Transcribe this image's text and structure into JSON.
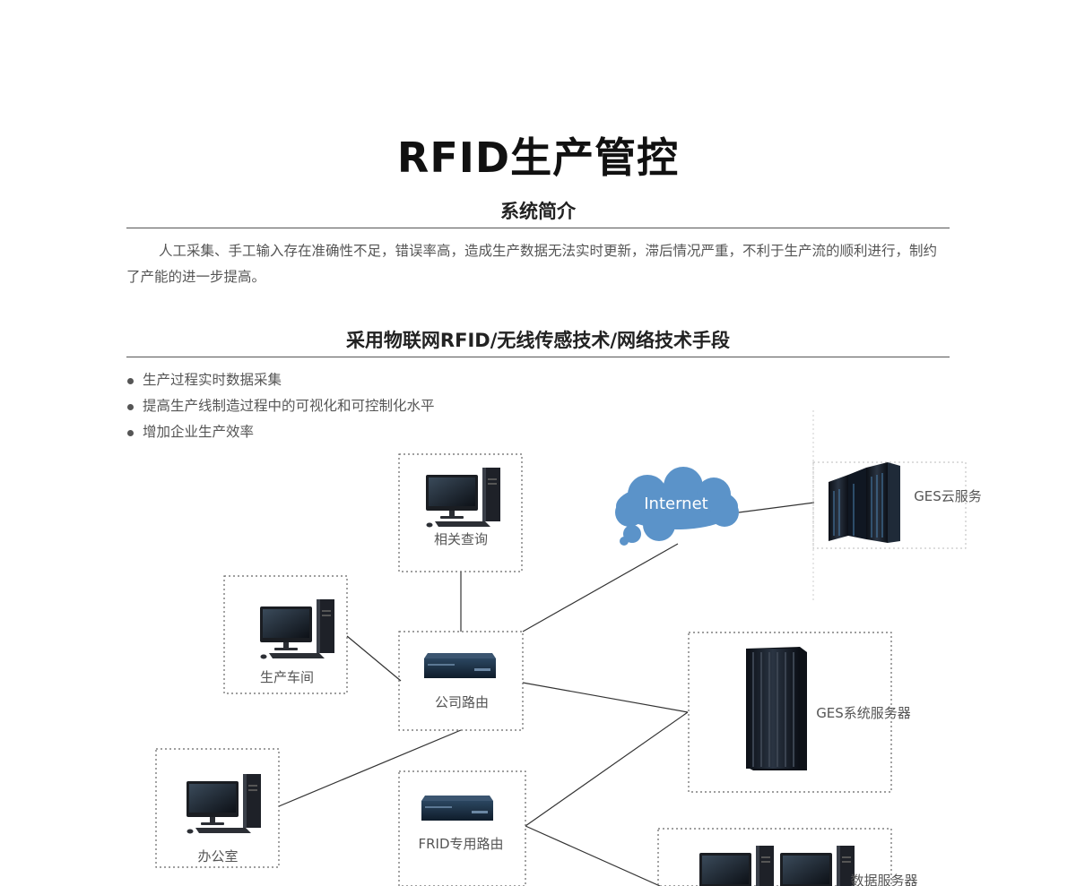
{
  "page": {
    "title": "RFID生产管控"
  },
  "intro": {
    "heading": "系统简介",
    "body": "人工采集、手工输入存在准确性不足，错误率高，造成生产数据无法实时更新，滞后情况严重，不利于生产流的顺利进行，制约了产能的进一步提高。"
  },
  "approach": {
    "heading": "采用物联网RFID/无线传感技术/网络技术手段",
    "bullets": [
      "生产过程实时数据采集",
      "提高生产线制造过程中的可视化和可控制化水平",
      "增加企业生产效率"
    ]
  },
  "diagram": {
    "nodes": {
      "query": "相关查询",
      "workshop": "生产车间",
      "router": "公司路由",
      "office": "办公室",
      "rfid_router": "FRID专用路由",
      "internet": "Internet",
      "cloud": "GES云服务",
      "ges_server": "GES系统服务器",
      "data_server": "数据服务器"
    },
    "icons": {
      "workstation": "desktop-computer-icon",
      "router": "network-router-icon",
      "cloud": "cloud-icon",
      "rack": "server-rack-icon",
      "tower": "server-tower-icon"
    }
  }
}
